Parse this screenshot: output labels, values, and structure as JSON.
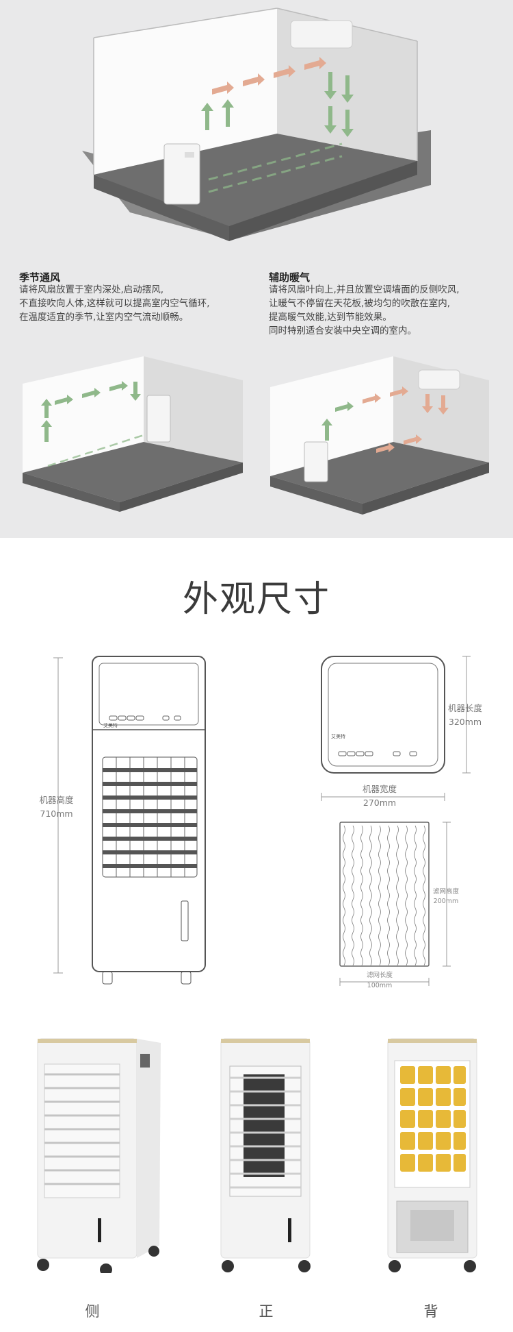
{
  "season": {
    "heading": "季节通风",
    "lines": [
      "请将风扇放置于室内深处,启动摆风,",
      "不直接吹向人体,这样就可以提高室内空气循环,",
      "在温度适宜的季节,让室内空气流动顺畅。"
    ]
  },
  "heating": {
    "heading": "辅助暖气",
    "lines": [
      "请将风扇叶向上,并且放置空调墙面的反侧吹风,",
      "让暖气不停留在天花板,被均匀的吹散在室内,",
      "提高暖气效能,达到节能效果。",
      "同时特别适合安装中央空调的室内。"
    ]
  },
  "dimensions": {
    "title": "外观尺寸",
    "height_label": "机器高度",
    "height_value": "710mm",
    "length_label": "机器长度",
    "length_value": "320mm",
    "width_label": "机器宽度",
    "width_value": "270mm",
    "filter_height_label": "滤网高度",
    "filter_height_value": "200mm",
    "filter_length_label": "滤网长度",
    "filter_length_value": "100mm",
    "brand_mark": "艾美特"
  },
  "views": [
    "侧",
    "正",
    "背"
  ],
  "colors": {
    "arrow_green": "#8fb88a",
    "arrow_salmon": "#e3aa92",
    "floor": "#7d7d7d",
    "gold_trim": "#d8c9a0",
    "filter_yellow": "#e7b938"
  }
}
